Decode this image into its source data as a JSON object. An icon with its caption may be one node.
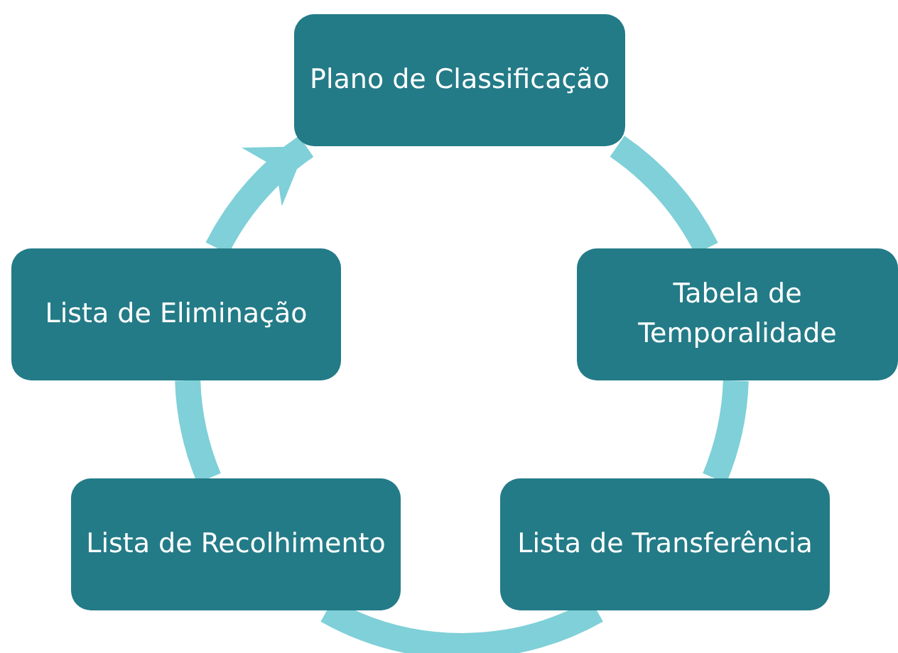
{
  "diagram": {
    "nodes": [
      {
        "text": [
          "Plano de Classificação"
        ]
      },
      {
        "text": [
          "Tabela de Temporalidade"
        ]
      },
      {
        "text": [
          "Lista de Transferência"
        ]
      },
      {
        "text": [
          "Lista de Recolhimento"
        ]
      },
      {
        "text": [
          "Lista de Eliminação"
        ]
      }
    ],
    "edges": [
      {
        "from": 0,
        "to": 1,
        "arrow": "none"
      },
      {
        "from": 1,
        "to": 2,
        "arrow": "none"
      },
      {
        "from": 2,
        "to": 3,
        "arrow": "none"
      },
      {
        "from": 3,
        "to": 4,
        "arrow": "none"
      },
      {
        "from": 4,
        "to": 0,
        "arrow": "to"
      }
    ]
  }
}
